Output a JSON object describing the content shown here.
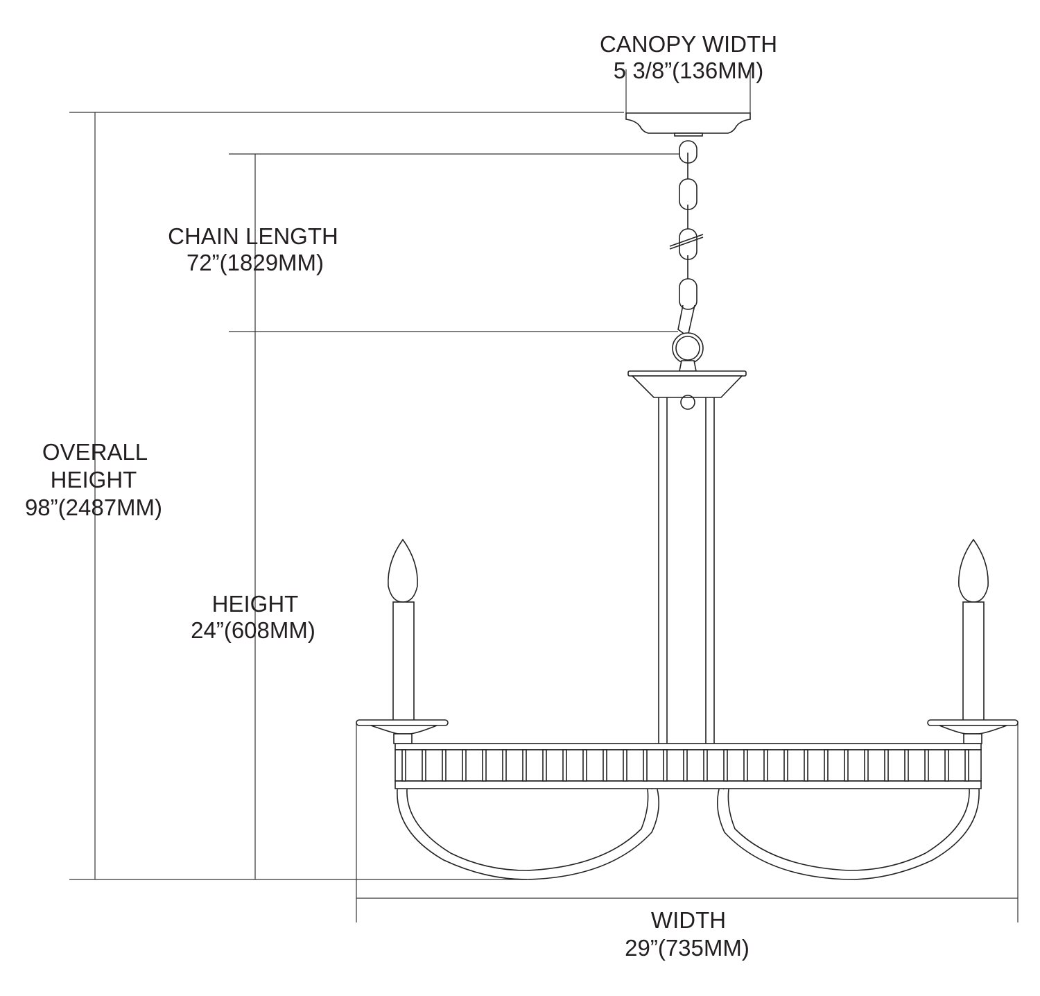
{
  "canopy_width": {
    "label": "CANOPY WIDTH",
    "value": "5 3/8”(136MM)"
  },
  "chain_length": {
    "label": "CHAIN LENGTH",
    "value": "72”(1829MM)"
  },
  "overall_height": {
    "label_line1": "OVERALL",
    "label_line2": "HEIGHT",
    "value": "98”(2487MM)"
  },
  "height": {
    "label": "HEIGHT",
    "value": "24”(608MM)"
  },
  "width": {
    "label": "WIDTH",
    "value": "29”(735MM)"
  }
}
